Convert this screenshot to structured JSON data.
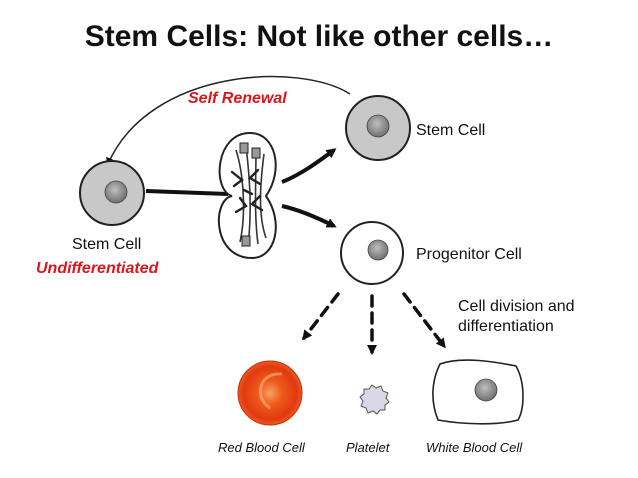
{
  "title": "Stem Cells: Not like other cells…",
  "self_renewal": "Self Renewal",
  "left_cell": {
    "label": "Stem Cell",
    "state": "Undifferentiated"
  },
  "top_right_label": "Stem Cell",
  "progenitor_label": "Progenitor Cell",
  "division_note": {
    "line1": "Cell division and",
    "line2": "differentiation"
  },
  "outputs": [
    {
      "label": "Red Blood Cell"
    },
    {
      "label": "Platelet"
    },
    {
      "label": "White Blood Cell"
    }
  ],
  "colors": {
    "accent_red": "#d9171b",
    "cell_gray": "#c8c8c8",
    "rbc_orange": "#f0501a"
  }
}
